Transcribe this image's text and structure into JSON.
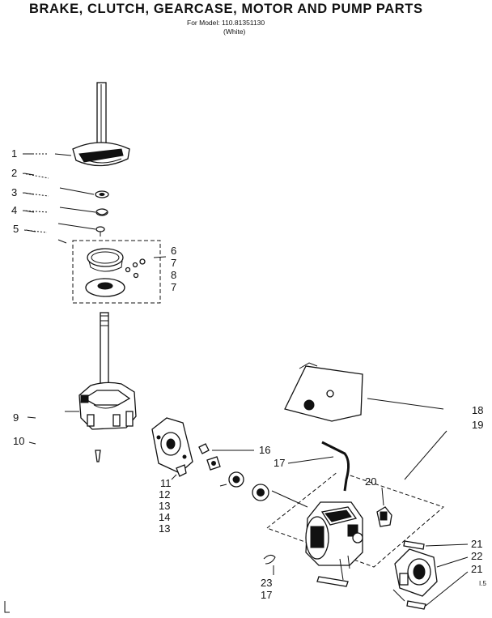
{
  "header": {
    "title": "BRAKE, CLUTCH, GEARCASE, MOTOR AND PUMP PARTS",
    "model_line": "For Model: 110.81351130",
    "color_note": "(White)"
  },
  "callouts": {
    "c1": "1",
    "c2": "2",
    "c3": "3",
    "c4": "4",
    "c5": "5",
    "c6": "6",
    "c7a": "7",
    "c8": "8",
    "c7b": "7",
    "c9": "9",
    "c10": "10",
    "c11": "11",
    "c12": "12",
    "c13a": "13",
    "c14": "14",
    "c13b": "13",
    "c16": "16",
    "c17a": "17",
    "c18": "18",
    "c19": "19",
    "c20": "20",
    "c21a": "21",
    "c22": "22",
    "c21b": "21",
    "c23": "23",
    "c17b": "17"
  },
  "footer": {
    "code": "I.5"
  }
}
